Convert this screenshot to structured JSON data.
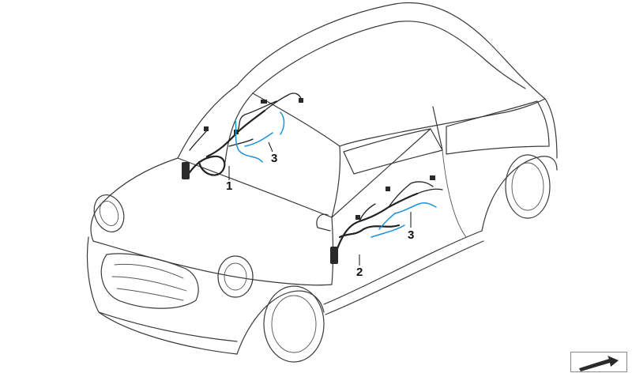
{
  "diagram": {
    "callouts": [
      {
        "id": "1",
        "label": "1"
      },
      {
        "id": "2",
        "label": "2"
      },
      {
        "id": "3a",
        "label": "3"
      },
      {
        "id": "3b",
        "label": "3"
      }
    ],
    "colors": {
      "outline": "#3a3a3a",
      "harness": "#222222",
      "harness_secondary": "#1e90d6"
    },
    "corner_icon": "arrow-icon"
  }
}
